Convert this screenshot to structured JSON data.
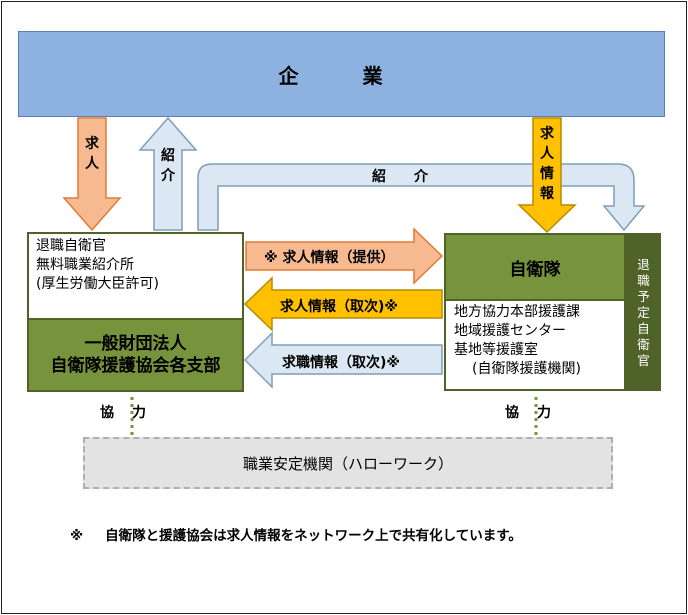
{
  "company": {
    "label": "企　業"
  },
  "left_box": {
    "top_lines": [
      "退職自衛官",
      "無料職業紹介所",
      "(厚生労働大臣許可)"
    ],
    "bottom_lines": [
      "一般財団法人",
      "自衛隊援護協会各支部"
    ]
  },
  "right_box": {
    "title": "自衛隊",
    "lines": [
      "地方協力本部援護課",
      "地域援護センター",
      "基地等援護室",
      "(自衛隊援護機関)"
    ]
  },
  "retire_label": "退職予定自衛官",
  "hellowork": "職業安定機関（ハローワーク）",
  "arrows": {
    "kyujin_down": "求人",
    "shokai_up": "紹介",
    "shokai_top": "紹　　介",
    "kyujin_info_down": "求人情報",
    "provide": "※ 求人情報（提供）",
    "torisugi_job": "求人情報（取次)※",
    "torisugi_seek": "求職情報（取次)※"
  },
  "cooperation": {
    "left": "協　力",
    "right": "協　力"
  },
  "footnote": {
    "mark": "※",
    "text": "自衛隊と援護協会は求人情報をネットワーク上で共有化しています。"
  },
  "colors": {
    "company": "#8db1e0",
    "green": "#77933c",
    "dark_green": "#4f6228",
    "orange": "#f7b98f",
    "blue_arrow": "#dbe7f2",
    "gold": "#ffc000"
  }
}
